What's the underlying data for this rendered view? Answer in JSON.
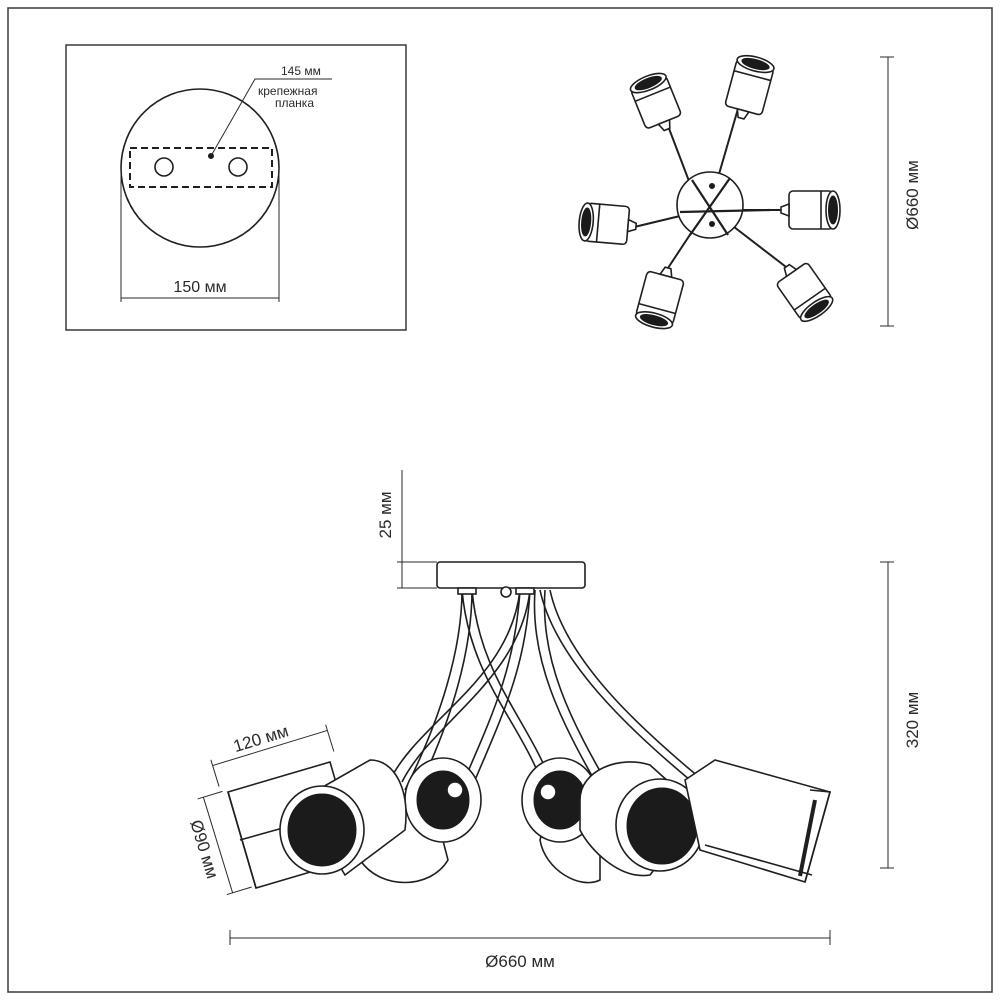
{
  "mount_detail": {
    "plate_width": "145 мм",
    "plate_name_line1": "крепежная",
    "plate_name_line2": "планка",
    "base_diameter": "150 мм"
  },
  "top_view": {
    "diameter": "Ø660 мм"
  },
  "side_view": {
    "canopy_height": "25 мм",
    "total_height": "320 мм",
    "shade_length": "120 мм",
    "shade_diameter": "Ø90 мм",
    "overall_diameter": "Ø660 мм"
  },
  "colors": {
    "line": "#1f1f1f",
    "frame": "#3a3a3a"
  }
}
